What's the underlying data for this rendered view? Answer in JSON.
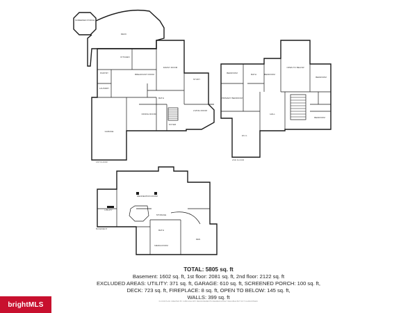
{
  "summary": {
    "total": "TOTAL: 5805 sq. ft",
    "line1": "Basement: 1602 sq. ft, 1st floor: 2081 sq. ft, 2nd floor: 2122 sq. ft",
    "line2": "EXCLUDED AREAS: UTILITY: 371 sq. ft, GARAGE: 610 sq. ft, SCREENED PORCH: 100 sq. ft,",
    "line3": "DECK: 723 sq. ft, FIREPLACE: 8 sq. ft, OPEN TO BELOW: 145 sq. ft,",
    "line4": "WALLS: 399 sq. ft"
  },
  "badge": {
    "text": "brightMLS"
  },
  "disclaimer": "FLOOR PLAN CREATED BY CUBICASA APP. MEASUREMENTS DEEMED HIGHLY RELIABLE BUT NOT GUARANTEED.",
  "floors": {
    "first": {
      "label": "1ST FLOOR",
      "rooms": {
        "screened_porch": "SCREENED PORCH",
        "deck": "DECK",
        "kitchen": "KITCHEN",
        "breakfast": "BREAKFAST ROOM",
        "family": "FAMILY ROOM",
        "pantry": "PANTRY",
        "laundry": "LAUNDRY",
        "study": "STUDY",
        "living": "LIVING ROOM",
        "dining": "DINING ROOM",
        "foyer": "FOYER",
        "garage": "GARAGE",
        "bath": "BATH"
      }
    },
    "second": {
      "label": "2ND FLOOR",
      "rooms": {
        "bedroom_a": "BEDROOM",
        "bedroom_b": "BEDROOM",
        "bedroom_c": "BEDROOM",
        "bedroom_d": "BEDROOM",
        "primary": "PRIMARY BEDROOM",
        "bath": "BATH",
        "hall": "HALL",
        "open_below": "OPEN TO BELOW",
        "wic": "W.I.C."
      }
    },
    "basement": {
      "label": "BASEMENT",
      "rooms": {
        "recreation": "RECREATION ROOM",
        "utility": "UTILITY",
        "storage": "STORAGE",
        "bath": "BATH",
        "media": "MEDIA ROOM",
        "den": "DEN"
      }
    }
  }
}
